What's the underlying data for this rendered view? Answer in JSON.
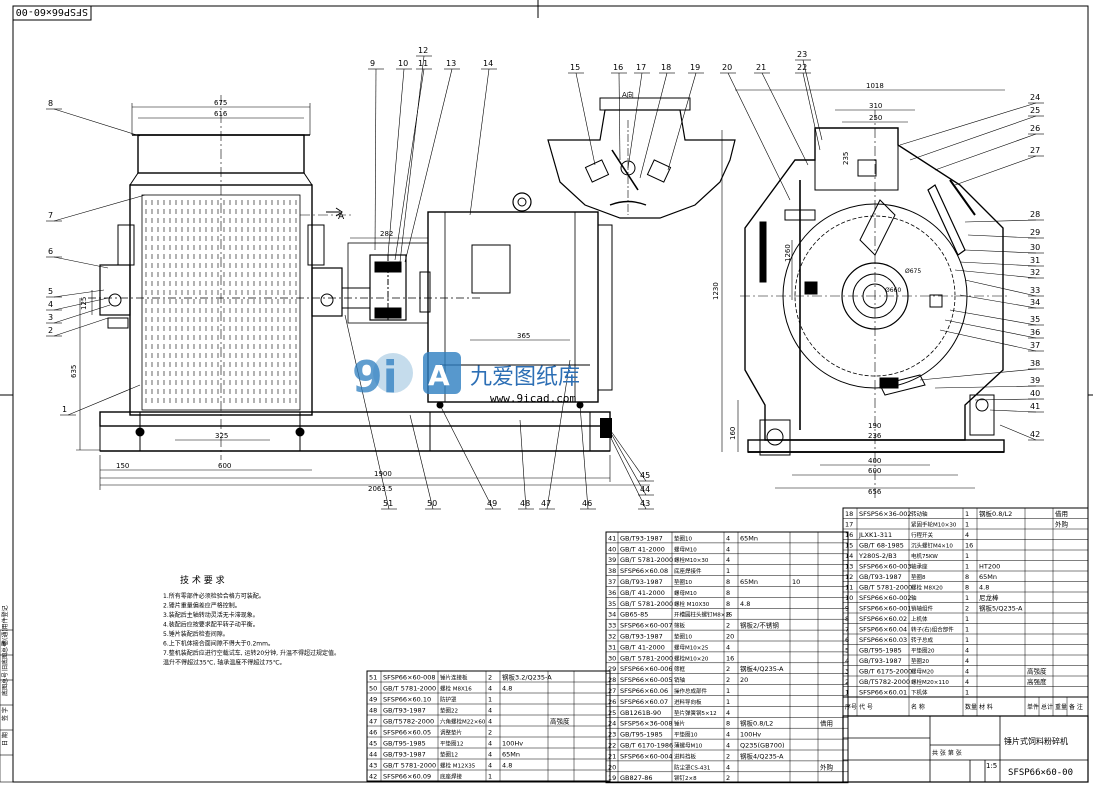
{
  "drawing_code": "SFSP66×60-00",
  "drawing_code_rotated": "SFSP66×60-00",
  "watermark": {
    "brand_cn": "九爱图纸库",
    "url": "www.9icad.com"
  },
  "section_label": "A向",
  "section_marker": "A",
  "callouts": [
    "1",
    "2",
    "3",
    "4",
    "5",
    "6",
    "7",
    "8",
    "9",
    "10",
    "11",
    "12",
    "13",
    "14",
    "15",
    "16",
    "17",
    "18",
    "19",
    "20",
    "21",
    "22",
    "23",
    "24",
    "25",
    "26",
    "27",
    "28",
    "29",
    "30",
    "31",
    "32",
    "33",
    "34",
    "35",
    "36",
    "37",
    "38",
    "39",
    "40",
    "41",
    "42",
    "43",
    "44",
    "45",
    "46",
    "47",
    "48",
    "49",
    "50",
    "51"
  ],
  "dims": {
    "d675": "675",
    "d616": "616",
    "d125": "125",
    "d635": "635",
    "d282": "282",
    "d325": "325",
    "d150": "150",
    "d600a": "600",
    "d1900": "1900",
    "d2063": "2063.5",
    "d365": "365",
    "d1018": "1018",
    "d310": "310",
    "d250": "250",
    "d235": "235",
    "d1230": "1230",
    "d1260": "1260",
    "d160": "160",
    "d190": "190",
    "d236": "236",
    "d400": "400",
    "d600b": "600",
    "d656": "656",
    "d675r": "Ø675",
    "d660": "Ø660"
  },
  "notes": {
    "title": "技 术 要 求",
    "lines": [
      "1.所有零部件必须检验合格方可装配。",
      "2.锤片重量偏差应严格控制。",
      "3.装配后主轴转动灵活无卡滞现象。",
      "4.装配后应按要求配平转子动平衡。",
      "5.锤片装配后检查间隙。",
      "6.上下机体接合面间隙不得大于0.2mm。",
      "7.整机装配后应进行空载试车, 运转20分钟, 升温不得超过规定值。",
      "温升不得超过35℃, 轴承温度不得超过75℃。"
    ]
  },
  "left_table": [
    [
      "51",
      "SFSP66×60-008",
      "锤片连接板",
      "2",
      "钢板3.2/Q235-A",
      "",
      ""
    ],
    [
      "50",
      "GB/T 5781-2000",
      "螺栓 M8X16",
      "4",
      "4.8",
      "",
      ""
    ],
    [
      "49",
      "SFSP66×60.10",
      "防护罩",
      "1",
      "",
      "",
      ""
    ],
    [
      "48",
      "GB/T93-1987",
      "垫圈22",
      "4",
      "",
      "",
      ""
    ],
    [
      "47",
      "GB/T5782-2000",
      "六角螺栓M22×60",
      "4",
      "",
      "高强度",
      ""
    ],
    [
      "46",
      "SFSP66×60.05",
      "调整垫片",
      "2",
      "",
      "",
      ""
    ],
    [
      "45",
      "GB/T95-1985",
      "平垫圈12",
      "4",
      "100Hv",
      "",
      ""
    ],
    [
      "44",
      "GB/T93-1987",
      "垫圈12",
      "4",
      "65Mn",
      "",
      ""
    ],
    [
      "43",
      "GB/T 5781-2000",
      "螺栓 M12X35",
      "4",
      "4.8",
      "",
      ""
    ],
    [
      "42",
      "SFSP66×60.09",
      "底座焊接",
      "1",
      "",
      "",
      ""
    ]
  ],
  "mid_table": [
    [
      "41",
      "GB/T93-1987",
      "垫圈10",
      "4",
      "65Mn",
      "",
      ""
    ],
    [
      "40",
      "GB/T 41-2000",
      "螺母M10",
      "4",
      "",
      "",
      ""
    ],
    [
      "39",
      "GB/T 5781-2000",
      "螺栓M10×30",
      "4",
      "",
      "",
      ""
    ],
    [
      "38",
      "SFSP66×60.08",
      "底座焊接件",
      "1",
      "",
      "",
      ""
    ],
    [
      "37",
      "GB/T93-1987",
      "垫圈10",
      "8",
      "65Mn",
      "10",
      ""
    ],
    [
      "36",
      "GB/T 41-2000",
      "螺母M10",
      "8",
      "",
      "",
      ""
    ],
    [
      "35",
      "GB/T 5781-2000",
      "螺栓 M10X30",
      "8",
      "4.8",
      "",
      ""
    ],
    [
      "34",
      "GB65-85",
      "开槽圆柱头螺钉M8×15",
      "8",
      "",
      "",
      ""
    ],
    [
      "33",
      "SFSP66×60-007",
      "筛板",
      "2",
      "钢板2/不锈钢",
      "",
      ""
    ],
    [
      "32",
      "GB/T93-1987",
      "垫圈10",
      "20",
      "",
      "",
      ""
    ],
    [
      "31",
      "GB/T 41-2000",
      "螺母M10×25",
      "4",
      "",
      "",
      ""
    ],
    [
      "30",
      "GB/T 5781-2000",
      "螺栓M10×20",
      "16",
      "",
      "",
      ""
    ],
    [
      "29",
      "SFSP66×60-006",
      "筛框",
      "2",
      "钢板4/Q235-A",
      "",
      ""
    ],
    [
      "28",
      "SFSP66×60-005",
      "销轴",
      "2",
      "20",
      "",
      ""
    ],
    [
      "27",
      "SFSP66×60.06",
      "操作总成部件",
      "1",
      "",
      "",
      ""
    ],
    [
      "26",
      "SFSP66×60.07",
      "进料导向板",
      "1",
      "",
      "",
      ""
    ],
    [
      "25",
      "GB1261B-90",
      "垫片弹簧钢5×12",
      "4",
      "",
      "",
      ""
    ],
    [
      "24",
      "SFSP56×36-008",
      "锤片",
      "8",
      "钢板0.8/L2",
      "",
      "借用"
    ],
    [
      "23",
      "GB/T95-1985",
      "平垫圈10",
      "4",
      "100Hv",
      "",
      ""
    ],
    [
      "22",
      "GB/T 6170-1986",
      "薄螺母M10",
      "4",
      "Q235(GB700)",
      "",
      ""
    ],
    [
      "21",
      "SFSP66×60-004",
      "进料挡板",
      "2",
      "钢板4/Q235-A",
      "",
      ""
    ],
    [
      "20",
      "",
      "防尘罩CS-431",
      "4",
      "",
      "",
      "外购"
    ],
    [
      "19",
      "GB827-86",
      "铆钉2×8",
      "2",
      "",
      "",
      ""
    ]
  ],
  "right_table": [
    [
      "18",
      "SFSP56×36-002",
      "转动轴",
      "1",
      "钢板0.8/L2",
      "",
      "借用"
    ],
    [
      "17",
      "",
      "紧固手轮M10×30",
      "1",
      "",
      "",
      "外购"
    ],
    [
      "16",
      "JLXK1-311",
      "行程开关",
      "4",
      "",
      "",
      ""
    ],
    [
      "15",
      "GB/T 68-1985",
      "沉头螺钉M4×10",
      "16",
      "",
      "",
      ""
    ],
    [
      "14",
      "Y280S-2/B3",
      "电机75KW",
      "1",
      "",
      "",
      ""
    ],
    [
      "13",
      "SFSP66×60-003",
      "轴承座",
      "1",
      "HT200",
      "",
      ""
    ],
    [
      "12",
      "GB/T93-1987",
      "垫圈8",
      "8",
      "65Mn",
      "",
      ""
    ],
    [
      "11",
      "GB/T 5781-2000",
      "螺栓 M8X20",
      "8",
      "4.8",
      "",
      ""
    ],
    [
      "10",
      "SFSP66×60-002",
      "轴",
      "1",
      "尼龙棒",
      "",
      ""
    ],
    [
      "9",
      "SFSP66×60-001",
      "销轴组件",
      "2",
      "钢板5/Q235-A",
      "",
      ""
    ],
    [
      "8",
      "SFSP66×60.02",
      "上机体",
      "1",
      "",
      "",
      ""
    ],
    [
      "7",
      "SFSP66×60.04",
      "转子(右)组合部件",
      "1",
      "",
      "",
      ""
    ],
    [
      "6",
      "SFSP66×60.03",
      "转子总成",
      "1",
      "",
      "",
      ""
    ],
    [
      "5",
      "GB/T95-1985",
      "平垫圈20",
      "4",
      "",
      "",
      ""
    ],
    [
      "4",
      "GB/T93-1987",
      "垫圈20",
      "4",
      "",
      "",
      ""
    ],
    [
      "3",
      "GB/T 6175-2000",
      "螺母M20",
      "4",
      "",
      "高强度",
      ""
    ],
    [
      "2",
      "GB/T5782-2000",
      "螺栓M20×110",
      "4",
      "",
      "高强度",
      ""
    ],
    [
      "1",
      "SFSP66×60.01",
      "下机体",
      "1",
      "",
      "",
      ""
    ]
  ],
  "table_headers": [
    "序号",
    "代 号",
    "名 称",
    "数量",
    "材 料",
    "单件",
    "总计",
    "重量",
    "备 注"
  ],
  "title_block": {
    "name": "锤片式饲料粉碎机",
    "scale": "1:5",
    "code": "SFSP66×60-00",
    "unit_label": "共 张 第 张"
  },
  "side_labels": [
    "借(通)用件登记",
    "旧底图总号",
    "底图总号",
    "签 字",
    "日 期"
  ]
}
